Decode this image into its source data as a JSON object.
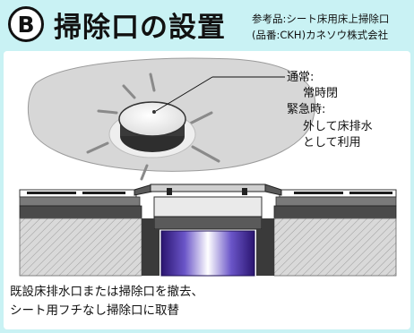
{
  "header": {
    "badge": "B",
    "title": "掃除口の設置",
    "reference_line1": "参考品:シート床用床上掃除口",
    "reference_line2": "(品番:CKH)カネソウ株式会社"
  },
  "callout": {
    "normal_heading": "通常:",
    "normal_text": "常時閉",
    "emergency_heading": "緊急時:",
    "emergency_text_line1": "外して床排水",
    "emergency_text_line2": "として利用"
  },
  "caption": {
    "line1": "既設床排水口または掃除口を撤去、",
    "line2": "シート用フチなし掃除口に取替"
  }
}
